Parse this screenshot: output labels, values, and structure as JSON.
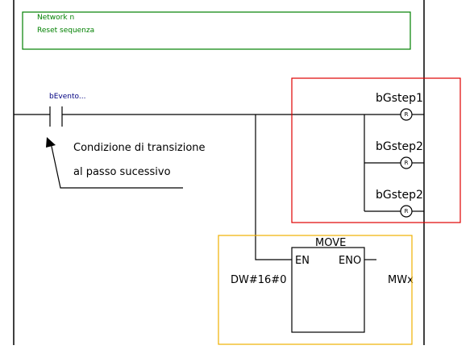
{
  "network": {
    "title": "Network n",
    "comment": "Reset sequenza",
    "border_color": "#008000",
    "text_color": "#008000"
  },
  "contact": {
    "label": "bEvento..."
  },
  "annotation": {
    "line1": "Condizione di transizione",
    "line2": "al passo sucessivo"
  },
  "coils": [
    {
      "label": "bGstep1",
      "type": "R"
    },
    {
      "label": "bGstep2",
      "type": "R"
    },
    {
      "label": "bGstep2",
      "type": "R"
    }
  ],
  "move_block": {
    "title": "MOVE",
    "en": "EN",
    "eno": "ENO",
    "input": "DW#16#0",
    "output": "MWx"
  },
  "highlights": {
    "coil_group_color": "#e00000",
    "move_group_color": "#f0b000"
  }
}
